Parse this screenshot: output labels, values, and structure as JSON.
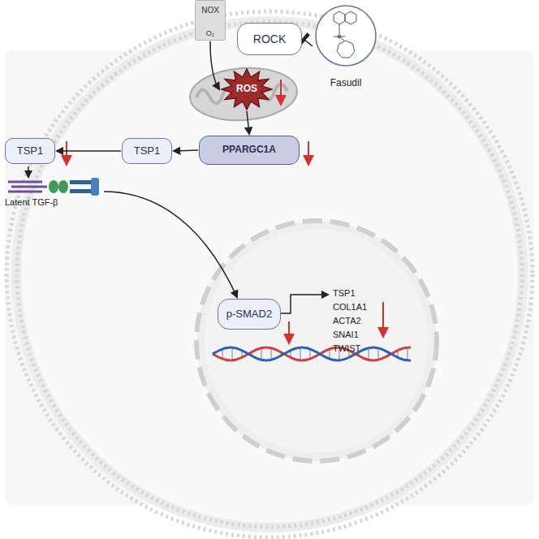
{
  "diagram": {
    "nodes": [
      {
        "text": [
          "NOX",
          "O₂"
        ]
      },
      {
        "text": [
          "ROCK"
        ]
      },
      {
        "text": [
          "Fasudil"
        ]
      },
      {
        "text": [
          "ROS"
        ]
      },
      {
        "text": [
          "TSP1"
        ]
      },
      {
        "text": [
          "TSP1"
        ]
      },
      {
        "text": [
          "PPARGC1A"
        ]
      },
      {
        "text": [
          "p-SMAD2"
        ]
      }
    ],
    "edges": [
      {
        "from": 0,
        "to": 3,
        "arrow": "to"
      },
      {
        "from": 2,
        "to": 1,
        "arrow": "to"
      },
      {
        "from": 3,
        "to": 6,
        "arrow": "to"
      },
      {
        "from": 6,
        "to": 5,
        "arrow": "to"
      },
      {
        "from": 5,
        "to": 4,
        "arrow": "to"
      }
    ],
    "labels": [
      "Latent TGF-β",
      "TSP1",
      "COL1A1",
      "ACTA2",
      "SNAI1",
      "TWIST"
    ]
  }
}
